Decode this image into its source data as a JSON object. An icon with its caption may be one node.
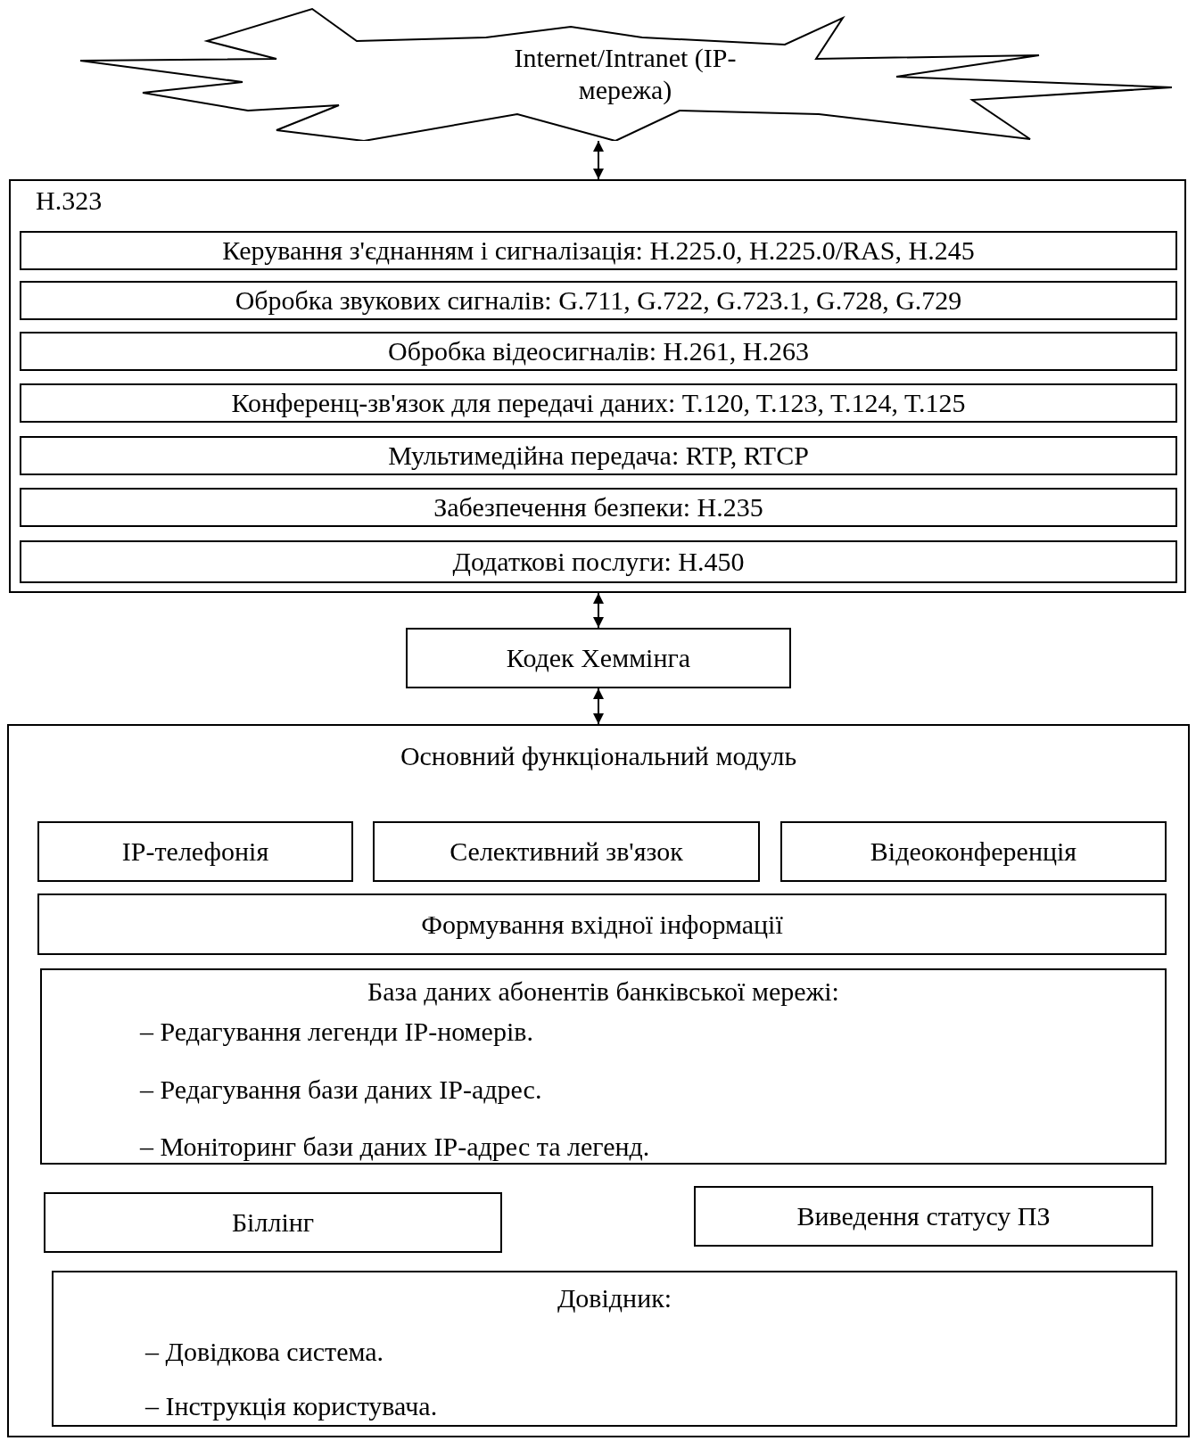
{
  "diagram": {
    "nodes": [
      {
        "text": [
          "Internet/Intranet (IP-мережа)"
        ]
      },
      {
        "text": [
          "H.323"
        ]
      },
      {
        "text": [
          "Керування з'єднанням і сигналізація: H.225.0, H.225.0/RAS, H.245"
        ],
        "in": 1
      },
      {
        "text": [
          "Обробка звукових сигналів: G.711, G.722, G.723.1, G.728, G.729"
        ],
        "in": 1
      },
      {
        "text": [
          "Обробка відеосигналів: H.261, H.263"
        ],
        "in": 1
      },
      {
        "text": [
          "Конференц-зв'язок для передачі даних: T.120, T.123, T.124, T.125"
        ],
        "in": 1
      },
      {
        "text": [
          "Мультимедійна передача: RTP, RTCP"
        ],
        "in": 1
      },
      {
        "text": [
          "Забезпечення безпеки: H.235"
        ],
        "in": 1
      },
      {
        "text": [
          "Додаткові послуги: H.450"
        ],
        "in": 1
      },
      {
        "text": [
          "Кодек Хеммінга"
        ]
      },
      {
        "text": [
          "Основний функціональний модуль"
        ]
      },
      {
        "text": [
          "IP-телефонія"
        ],
        "in": 10
      },
      {
        "text": [
          "Селективний зв'язок"
        ],
        "in": 10
      },
      {
        "text": [
          "Відеоконференція"
        ],
        "in": 10
      },
      {
        "text": [
          "Формування вхідної інформації"
        ],
        "in": 10
      },
      {
        "text": [
          "База даних абонентів банківської мережі:",
          "– Редагування легенди IP-номерів.",
          "– Редагування бази даних IP-адрес.",
          "– Моніторинг бази даних IP-адрес та легенд."
        ],
        "in": 10
      },
      {
        "text": [
          "Біллінг"
        ],
        "in": 10
      },
      {
        "text": [
          "Виведення статусу ПЗ"
        ],
        "in": 10
      },
      {
        "text": [
          "Довідник:",
          "– Довідкова система.",
          "– Інструкція користувача."
        ],
        "in": 10
      }
    ],
    "edges": [
      {
        "from": 0,
        "to": 1,
        "arrow": "both"
      },
      {
        "from": 1,
        "to": 9,
        "arrow": "both"
      },
      {
        "from": 9,
        "to": 10,
        "arrow": "both"
      }
    ]
  }
}
